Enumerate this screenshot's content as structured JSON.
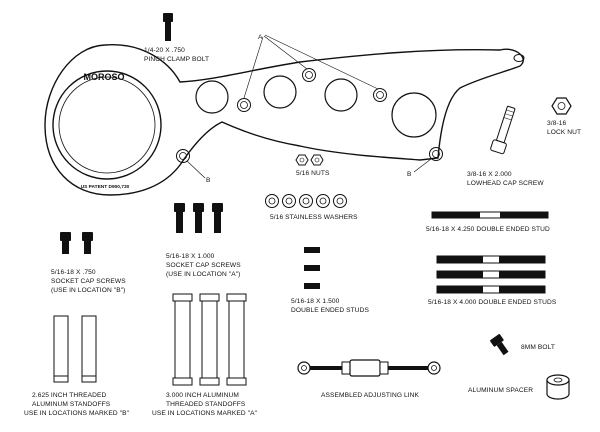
{
  "callouts": {
    "a": "A",
    "b": "B"
  },
  "bracket": {
    "brand": "MOROSO",
    "patent": "US PATENT D900,730"
  },
  "labels": {
    "pinch_bolt": [
      "1/4-20 X .750",
      "PINCH CLAMP BOLT"
    ],
    "lock_nut": [
      "3/8-16",
      "LOCK NUT"
    ],
    "nuts_516": [
      "5/16 NUTS"
    ],
    "lowhead": [
      "3/8-16 X 2.000",
      "LOWHEAD CAP SCREW"
    ],
    "washers": [
      "5/16 STAINLESS WASHERS"
    ],
    "stud_4250": [
      "5/16-18 X 4.250 DOUBLE ENDED STUD"
    ],
    "cap_750": [
      "5/16-18 X .750",
      "SOCKET CAP SCREWS",
      "(USE IN LOCATION \"B\")"
    ],
    "cap_1000": [
      "5/16-18 X 1.000",
      "SOCKET CAP SCREWS",
      "(USE IN LOCATION \"A\")"
    ],
    "stud_1500": [
      "5/16-18 X 1.500",
      "DOUBLE ENDED STUDS"
    ],
    "stud_4000": [
      "5/16-18 X 4.000 DOUBLE ENDED STUDS"
    ],
    "bolt_8mm": [
      "8MM BOLT"
    ],
    "standoff_2625": [
      "2.625 INCH THREADED",
      "ALUMINUM STANDOFFS",
      "USE IN LOCATIONS MARKED \"B\""
    ],
    "standoff_3000": [
      "3.000 INCH ALUMINUM",
      "THREADED STANDOFFS",
      "USE IN LOCATIONS MARKED \"A\""
    ],
    "adj_link": [
      "ASSEMBLED ADJUSTING LINK"
    ],
    "spacer": [
      "ALUMINUM SPACER"
    ]
  }
}
